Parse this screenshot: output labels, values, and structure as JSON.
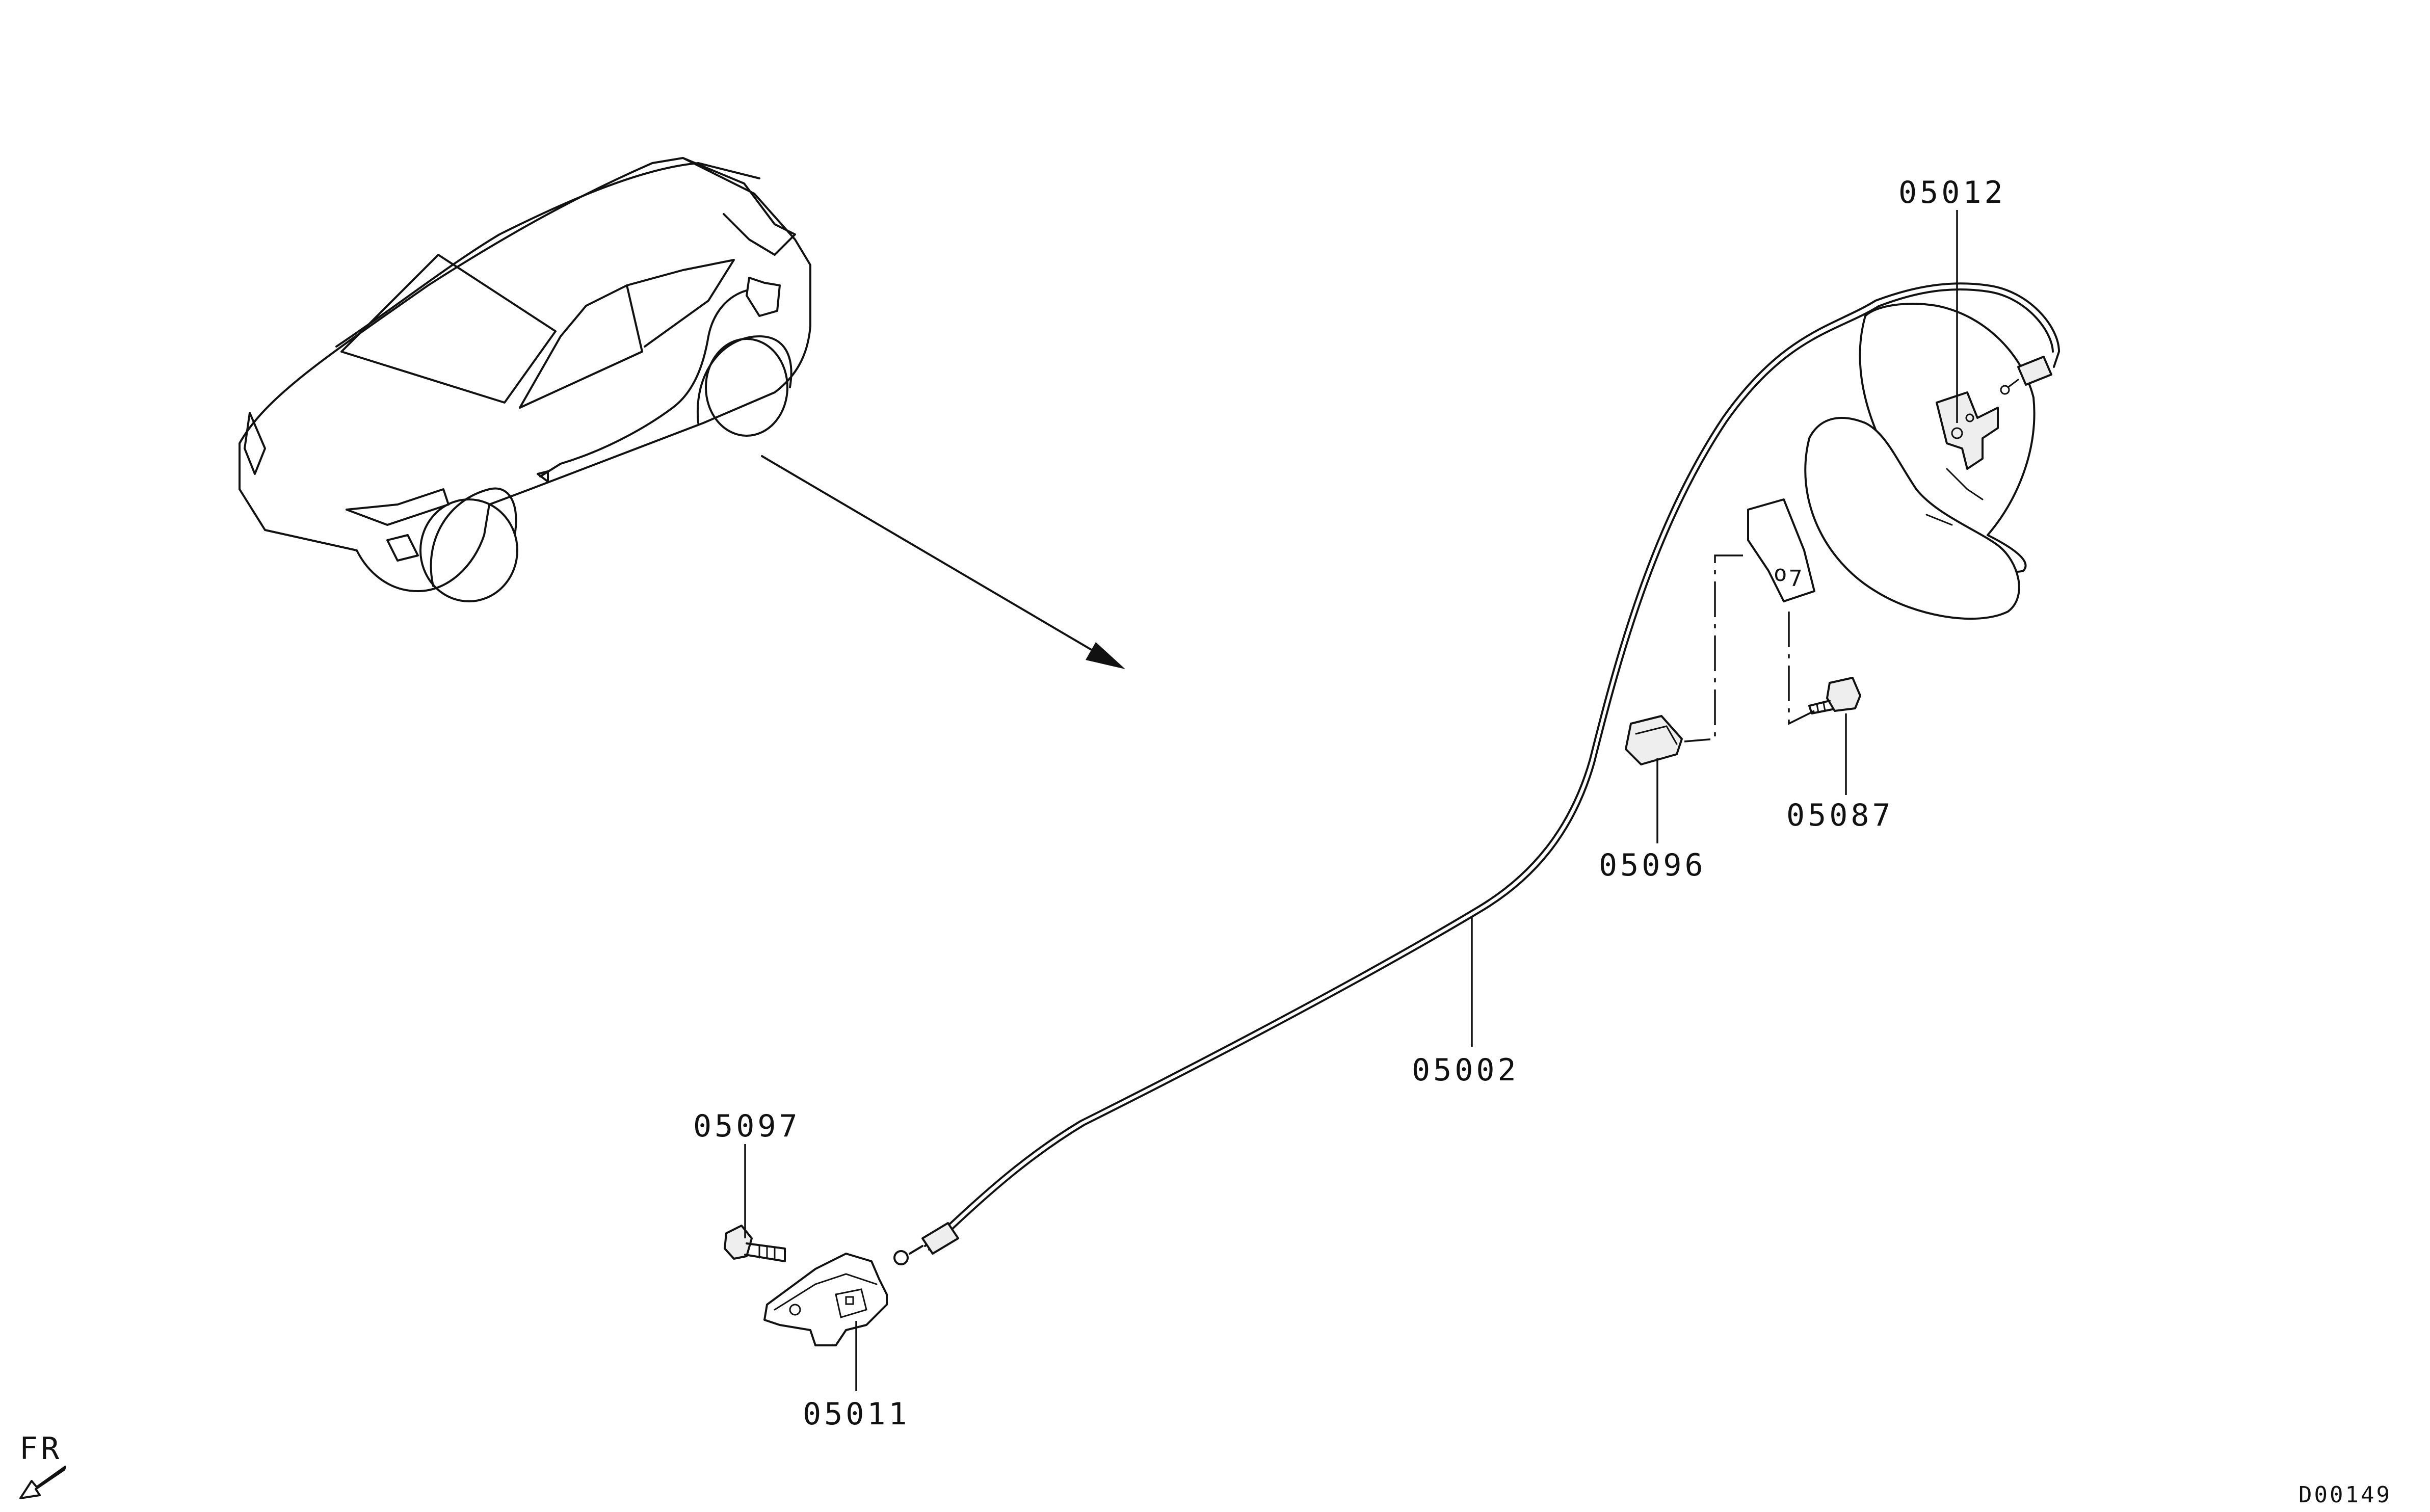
{
  "parts": [
    {
      "id": "p-05012",
      "number": "05012"
    },
    {
      "id": "p-05087",
      "number": "05087"
    },
    {
      "id": "p-05096",
      "number": "05096"
    },
    {
      "id": "p-05002",
      "number": "05002"
    },
    {
      "id": "p-05097",
      "number": "05097"
    },
    {
      "id": "p-05011",
      "number": "05011"
    }
  ],
  "orientation": {
    "label": "FR"
  },
  "diagram_id": "D00149"
}
